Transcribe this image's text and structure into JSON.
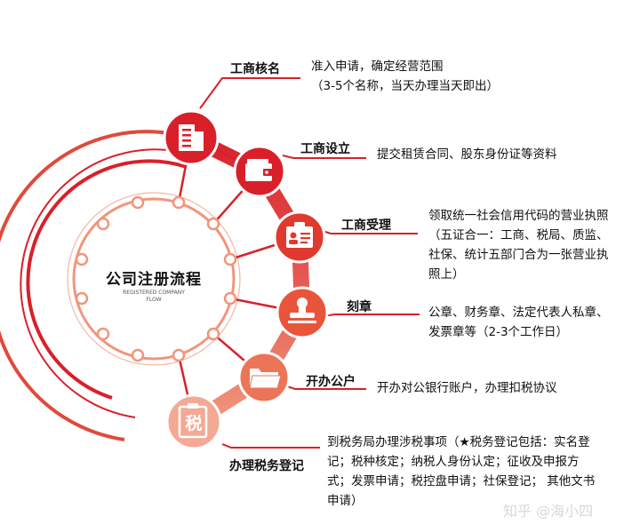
{
  "center": {
    "title": "公司注册流程",
    "subtitle_line1": "REGISTERED COMPANY",
    "subtitle_line2": "FLOW"
  },
  "steps": [
    {
      "title": "工商核名",
      "icon": "building-icon",
      "desc": [
        "准入申请，确定经营范围",
        "（3-5个名称，当天办理当天即出）"
      ]
    },
    {
      "title": "工商设立",
      "icon": "wallet-icon",
      "desc": [
        "提交租赁合同、股东身份证等资料"
      ]
    },
    {
      "title": "工商受理",
      "icon": "id-card-icon",
      "desc": [
        "领取统一社会信用代码的营业执照",
        "（五证合一：工商、税局、质监、",
        "社保、统计五部门合为一张营业执",
        "照上）"
      ]
    },
    {
      "title": "刻章",
      "icon": "stamp-icon",
      "desc": [
        "公章、财务章、法定代表人私章、",
        "发票章等（2-3个工作日）"
      ]
    },
    {
      "title": "开办公户",
      "icon": "folder-icon",
      "desc": [
        "开办对公银行账户，办理扣税协议"
      ]
    },
    {
      "title": "办理税务登记",
      "icon": "tax-document-icon",
      "icon_glyph": "税",
      "desc": [
        "到税务局办理涉税事项（★税务登记包括：实名登",
        "记；税种核定；纳税人身份认定；征收及申报方",
        "式；发票申请；税控盘申请；社保登记；  其他文书",
        "申请）"
      ]
    }
  ],
  "watermark": "知乎 @海小四",
  "colors": {
    "primary_red": "#d9202a",
    "dark_red": "#c8161e",
    "orange_red": "#e8553a",
    "salmon": "#ef8f73",
    "light_salmon": "#f4a995",
    "text": "#111111"
  }
}
